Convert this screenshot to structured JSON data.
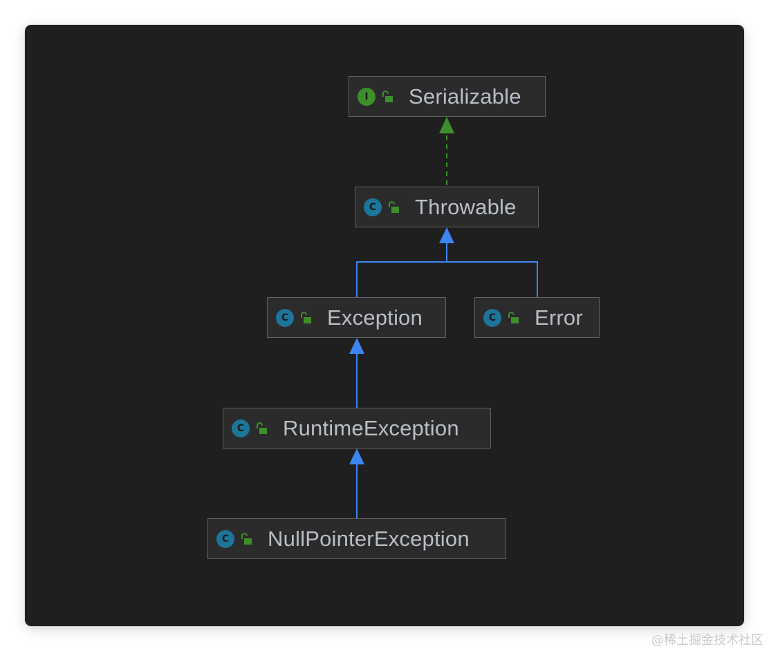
{
  "diagram": {
    "nodes": [
      {
        "id": "serializable",
        "label": "Serializable",
        "kind": "interface",
        "kind_letter": "I",
        "visibility_icon": "unlocked-public-icon"
      },
      {
        "id": "throwable",
        "label": "Throwable",
        "kind": "class",
        "kind_letter": "C",
        "visibility_icon": "unlocked-public-icon"
      },
      {
        "id": "exception",
        "label": "Exception",
        "kind": "class",
        "kind_letter": "C",
        "visibility_icon": "unlocked-public-icon"
      },
      {
        "id": "error",
        "label": "Error",
        "kind": "class",
        "kind_letter": "C",
        "visibility_icon": "unlocked-public-icon"
      },
      {
        "id": "runtime_exception",
        "label": "RuntimeException",
        "kind": "class",
        "kind_letter": "C",
        "visibility_icon": "unlocked-public-icon"
      },
      {
        "id": "null_pointer_exception",
        "label": "NullPointerException",
        "kind": "class",
        "kind_letter": "C",
        "visibility_icon": "unlocked-public-icon"
      }
    ],
    "edges": [
      {
        "from": "throwable",
        "to": "serializable",
        "type": "implements",
        "style": "dashed",
        "color": "#3e8f2c"
      },
      {
        "from": "exception",
        "to": "throwable",
        "type": "extends",
        "style": "solid",
        "color": "#3d86f0"
      },
      {
        "from": "error",
        "to": "throwable",
        "type": "extends",
        "style": "solid",
        "color": "#3d86f0"
      },
      {
        "from": "runtime_exception",
        "to": "exception",
        "type": "extends",
        "style": "solid",
        "color": "#3d86f0"
      },
      {
        "from": "null_pointer_exception",
        "to": "runtime_exception",
        "type": "extends",
        "style": "solid",
        "color": "#3d86f0"
      }
    ]
  },
  "colors": {
    "background": "#1f1f1f",
    "node_fill": "#2b2b2c",
    "node_border": "#626262",
    "text": "#b9bec7",
    "class_badge": "#1d7599",
    "interface_badge": "#3e8f2c",
    "implements_arrow": "#3e8f2c",
    "extends_arrow": "#3d86f0"
  },
  "watermark": "@稀土掘金技术社区"
}
